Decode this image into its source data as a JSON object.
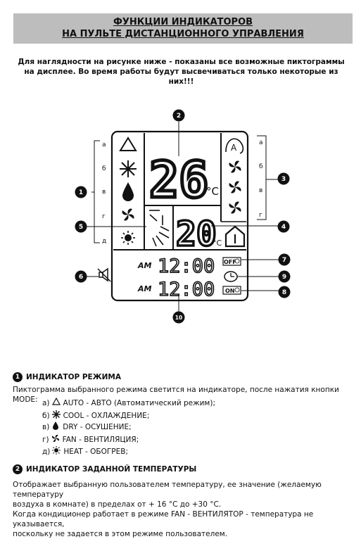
{
  "header": {
    "line1": "ФУНКЦИИ ИНДИКАТОРОВ",
    "line2": "НА ПУЛЬТЕ ДИСТАНЦИОННОГО УПРАВЛЕНИЯ"
  },
  "intro": {
    "line1": "Для наглядности на рисунке ниже - показаны все возможные пиктограммы",
    "line2": "на дисплее. Во время работы будут высвечиваться только некоторые из них!!!"
  },
  "display": {
    "set_temp": "26",
    "set_unit": "°C",
    "room_temp": "20",
    "room_unit": "°C",
    "time1_ampm": "AM",
    "time1": "12:00",
    "time2_ampm": "AM",
    "time2": "12:00",
    "off_label": "OFF",
    "on_label": "ON",
    "left_letters": [
      "а",
      "б",
      "в",
      "г",
      "д"
    ],
    "right_letters": [
      "а",
      "б",
      "в",
      "г"
    ],
    "auto_fan_letter": "A",
    "callouts": [
      "1",
      "2",
      "3",
      "4",
      "5",
      "6",
      "7",
      "8",
      "9",
      "10"
    ]
  },
  "section1": {
    "num": "1",
    "title": "ИНДИКАТОР РЕЖИМА",
    "text": "Пиктограмма выбранного режима светится на индикаторе, после нажатия кнопки MODE:",
    "items": [
      {
        "letter": "а)",
        "icon": "triangle-icon",
        "text": "AUTO - АВТО (Автоматический режим);"
      },
      {
        "letter": "б)",
        "icon": "snowflake-icon",
        "text": "COOL - ОХЛАЖДЕНИЕ;"
      },
      {
        "letter": "в)",
        "icon": "drop-icon",
        "text": "DRY - ОСУШЕНИЕ;"
      },
      {
        "letter": "г)",
        "icon": "fan-icon",
        "text": "FAN - ВЕНТИЛЯЦИЯ;"
      },
      {
        "letter": "д)",
        "icon": "sun-icon",
        "text": "HEAT - ОБОГРЕВ;"
      }
    ]
  },
  "section2": {
    "num": "2",
    "title": "ИНДИКАТОР ЗАДАННОЙ ТЕМПЕРАТУРЫ",
    "lines": [
      "Отображает выбранную пользователем температуру, ее значение (желаемую температуру",
      "воздуха в комнате) в пределах от + 16 °C до +30 °C.",
      "Когда кондиционер работает в режиме FAN - ВЕНТИЛЯТОР - температура не указывается,",
      "поскольку не задается в этом режиме пользователем."
    ]
  }
}
